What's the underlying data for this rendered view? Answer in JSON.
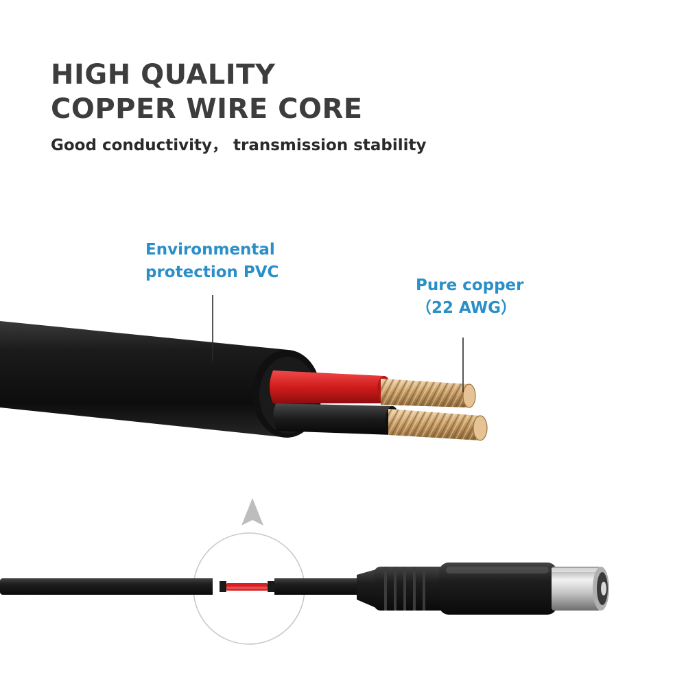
{
  "heading": {
    "line1": "HIGH QUALITY",
    "line2": "COPPER WIRE CORE"
  },
  "subheading": "Good conductivity， transmission stability",
  "callouts": {
    "pvc": {
      "line1": "Environmental",
      "line2": "protection PVC"
    },
    "copper": {
      "line1": "Pure copper",
      "line2": "（22 AWG）"
    }
  },
  "colors": {
    "heading": "#3d3d3d",
    "accent": "#2a8fc8",
    "cable_jacket": "#141414",
    "red_insulation": "#d81e1e",
    "copper": "#c9a46c",
    "plug_metal": "#cfcfcf"
  },
  "icons": {
    "direction_arrow": "up-arrow-icon",
    "magnifier_ring": "circle-outline"
  }
}
